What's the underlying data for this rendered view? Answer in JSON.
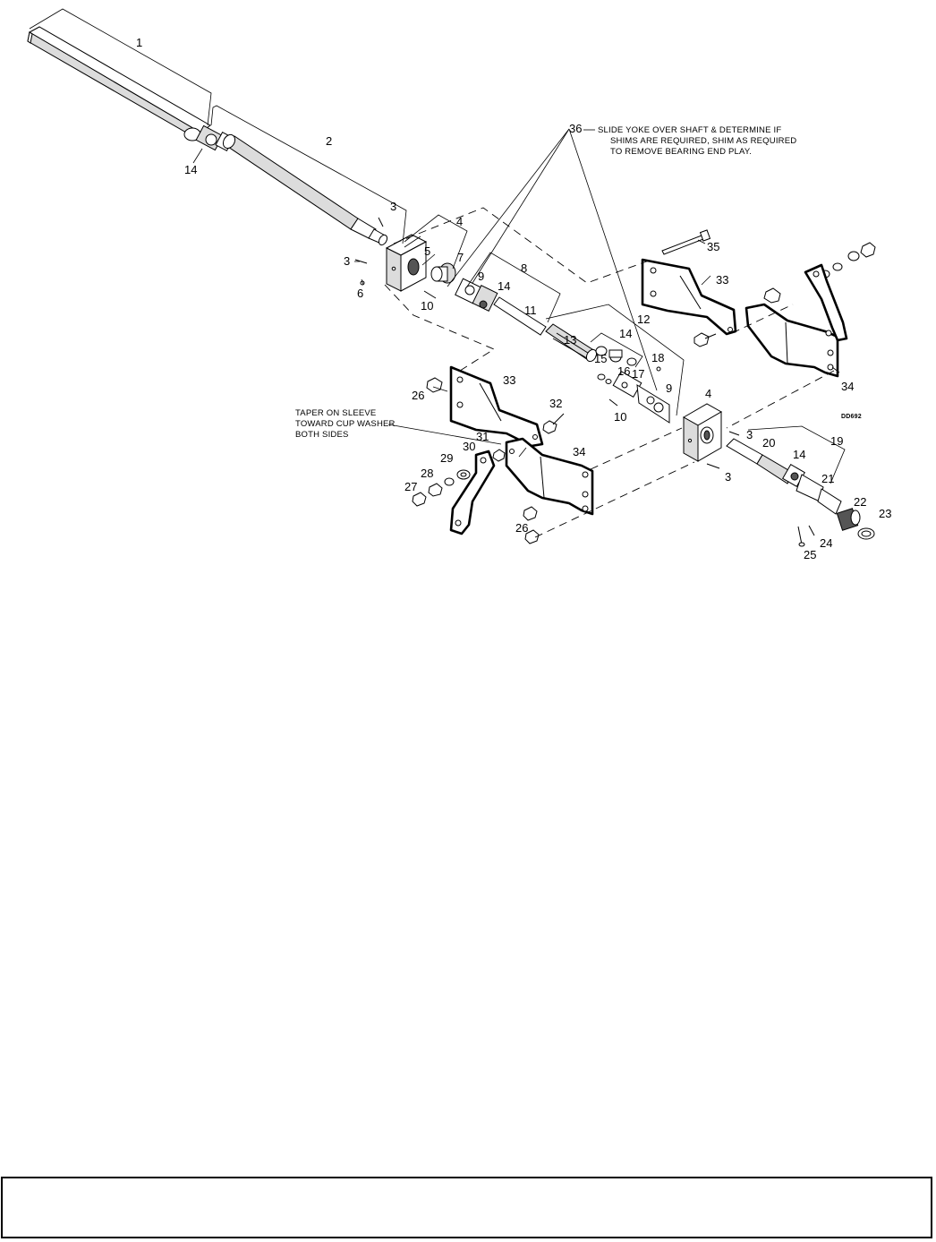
{
  "diagram": {
    "code": "DD692",
    "notes": {
      "slide_yoke": [
        "SLIDE YOKE OVER SHAFT & DETERMINE IF",
        "SHIMS ARE REQUIRED, SHIM AS REQUIRED",
        "TO REMOVE BEARING END PLAY."
      ],
      "taper": [
        "TAPER ON SLEEVE",
        "TOWARD CUP WASHER",
        "BOTH SIDES"
      ]
    },
    "callouts": {
      "c1": "1",
      "c2": "2",
      "c3a": "3",
      "c3b": "3",
      "c3c": "3",
      "c3d": "3",
      "c4a": "4",
      "c4b": "4",
      "c5": "5",
      "c6": "6",
      "c7": "7",
      "c8": "8",
      "c9a": "9",
      "c9b": "9",
      "c10a": "10",
      "c10b": "10",
      "c11": "11",
      "c12": "12",
      "c13": "13",
      "c14a": "14",
      "c14b": "14",
      "c14c": "14",
      "c14d": "14",
      "c15": "15",
      "c16": "16",
      "c17": "17",
      "c18": "18",
      "c19": "19",
      "c20": "20",
      "c21": "21",
      "c22": "22",
      "c23": "23",
      "c24": "24",
      "c25": "25",
      "c26a": "26",
      "c26b": "26",
      "c27": "27",
      "c28": "28",
      "c29": "29",
      "c30": "30",
      "c31": "31",
      "c32": "32",
      "c33a": "33",
      "c33b": "33",
      "c34a": "34",
      "c34b": "34",
      "c35": "35",
      "c36": "36"
    }
  },
  "footer": {
    "text": ""
  }
}
